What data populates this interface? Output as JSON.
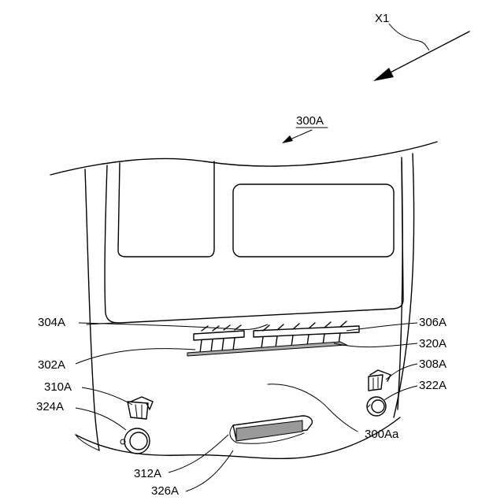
{
  "figure": {
    "direction_label": "X1",
    "labels": {
      "body": "300A",
      "top_left_vent": "304A",
      "top_right_vent": "306A",
      "vent_base": "302A",
      "vent_fin": "320A",
      "left_bracket": "310A",
      "left_knob": "324A",
      "right_bracket": "308A",
      "right_knob": "322A",
      "panel_edge": "300Aa",
      "handle": "312A",
      "handle_base": "326A"
    }
  }
}
